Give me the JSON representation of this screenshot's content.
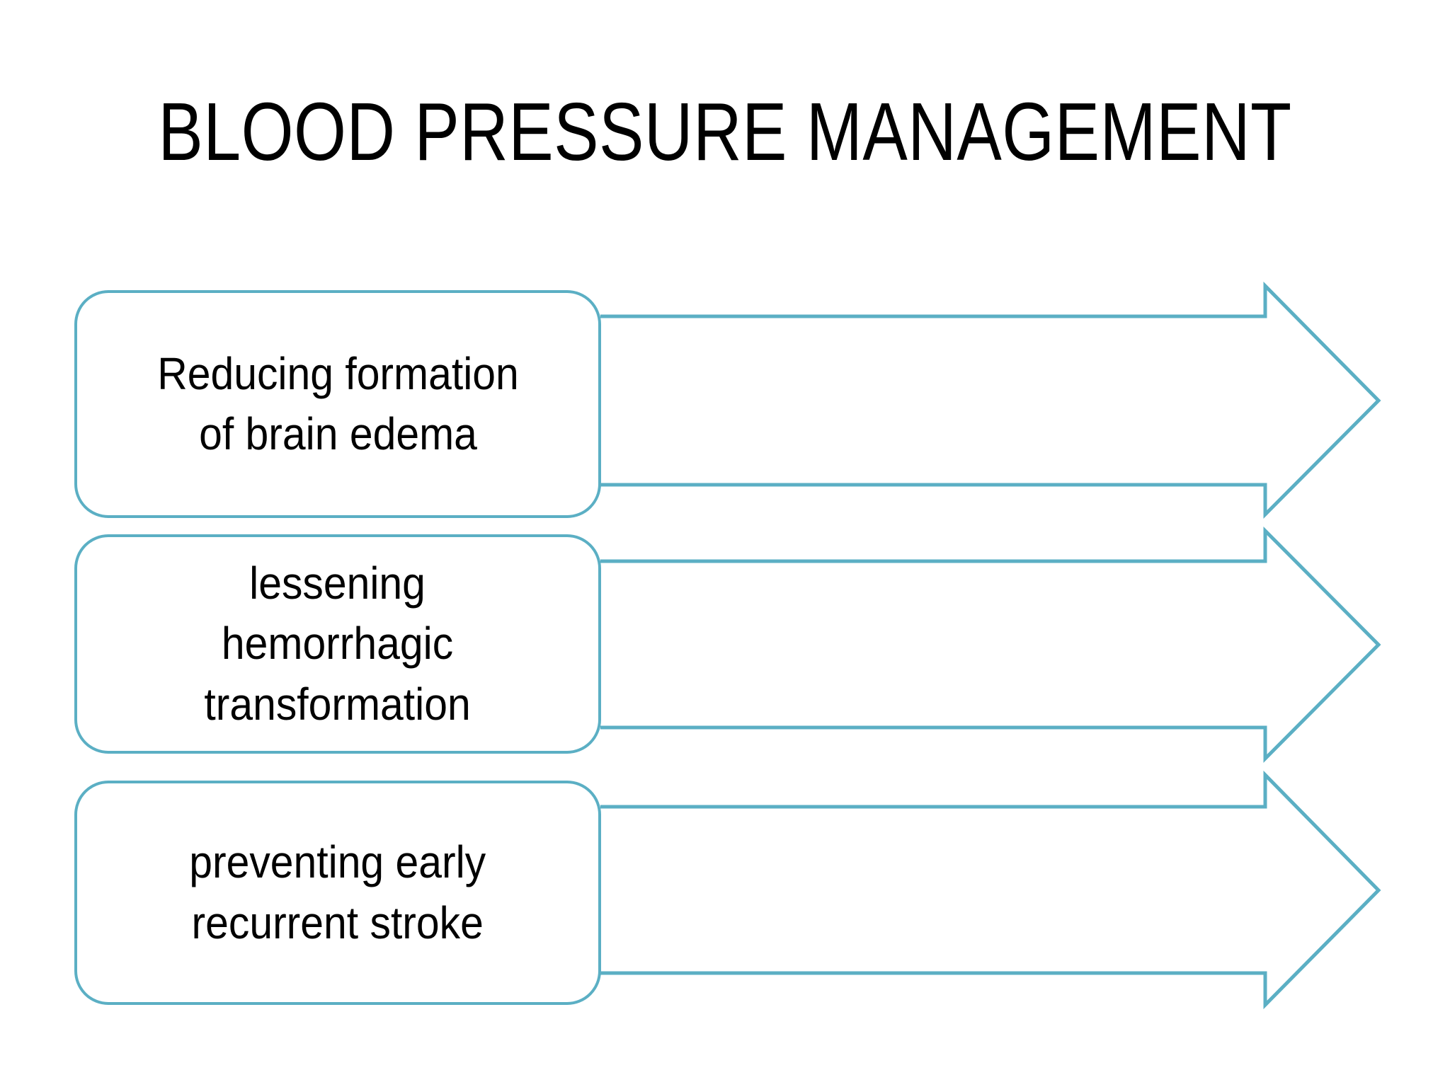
{
  "slide": {
    "title": "BLOOD PRESSURE MANAGEMENT",
    "background_color": "#FFFFFF",
    "accent_color": "#5BAFC4",
    "text_color": "#000000"
  },
  "diagram": {
    "type": "process-chevron-list",
    "item_count": 3,
    "items": [
      {
        "id": "item-1",
        "label_lines": [
          "Reducing formation",
          "of brain edema"
        ],
        "label": "Reducing formation of brain edema",
        "arrow_direction": "right"
      },
      {
        "id": "item-2",
        "label_lines": [
          "lessening",
          "hemorrhagic",
          "transformation"
        ],
        "label": "lessening hemorrhagic transformation",
        "arrow_direction": "right"
      },
      {
        "id": "item-3",
        "label_lines": [
          "preventing early",
          "recurrent stroke"
        ],
        "label": "preventing early recurrent stroke",
        "arrow_direction": "right"
      }
    ]
  }
}
